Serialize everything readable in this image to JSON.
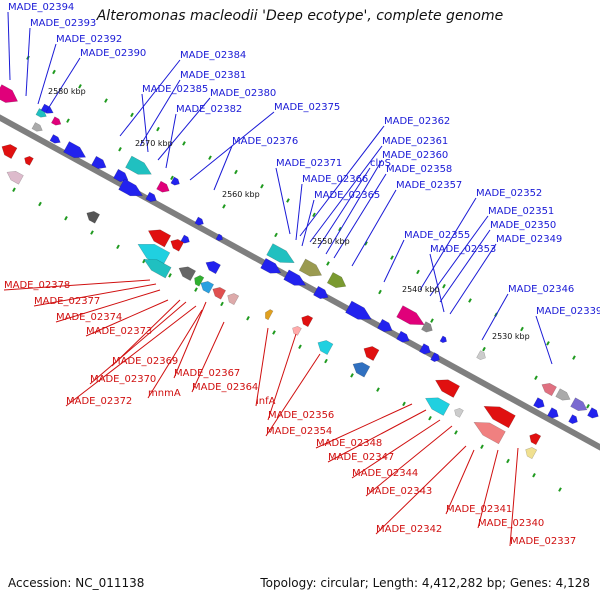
{
  "title": "Alteromonas macleodii 'Deep ecotype', complete genome",
  "footer": {
    "accession": "Accession: NC_011138",
    "summary": "Topology: circular; Length: 4,412,282 bp; Genes: 4,128"
  },
  "colors": {
    "forward_label": "#1a1ad6",
    "reverse_label": "#d01010",
    "backbone": "#7f7f7f",
    "tick": "#1f9a1f"
  },
  "scale_labels": [
    "2580 kbp",
    "2570 kbp",
    "2560 kbp",
    "2550 kbp",
    "2540 kbp",
    "2530 kbp"
  ],
  "forward_genes": [
    "MADE_02394",
    "MADE_02393",
    "MADE_02392",
    "MADE_02390",
    "MADE_02384",
    "MADE_02381",
    "MADE_02385",
    "MADE_02380",
    "MADE_02382",
    "MADE_02375",
    "MADE_02376",
    "MADE_02362",
    "MADE_02361",
    "clpS",
    "MADE_02360",
    "MADE_02371",
    "MADE_02358",
    "MADE_02366",
    "MADE_02357",
    "MADE_02365",
    "MADE_02352",
    "MADE_02351",
    "MADE_02350",
    "MADE_02355",
    "MADE_02353",
    "MADE_02349",
    "MADE_02346",
    "MADE_02339"
  ],
  "reverse_genes": [
    "MADE_02378",
    "MADE_02377",
    "MADE_02374",
    "MADE_02373",
    "MADE_02369",
    "MADE_02367",
    "MADE_02370",
    "mnmA",
    "MADE_02372",
    "MADE_02364",
    "infA",
    "MADE_02356",
    "MADE_02354",
    "MADE_02348",
    "MADE_02347",
    "MADE_02344",
    "MADE_02343",
    "MADE_02341",
    "MADE_02342",
    "MADE_02340",
    "MADE_02337"
  ]
}
